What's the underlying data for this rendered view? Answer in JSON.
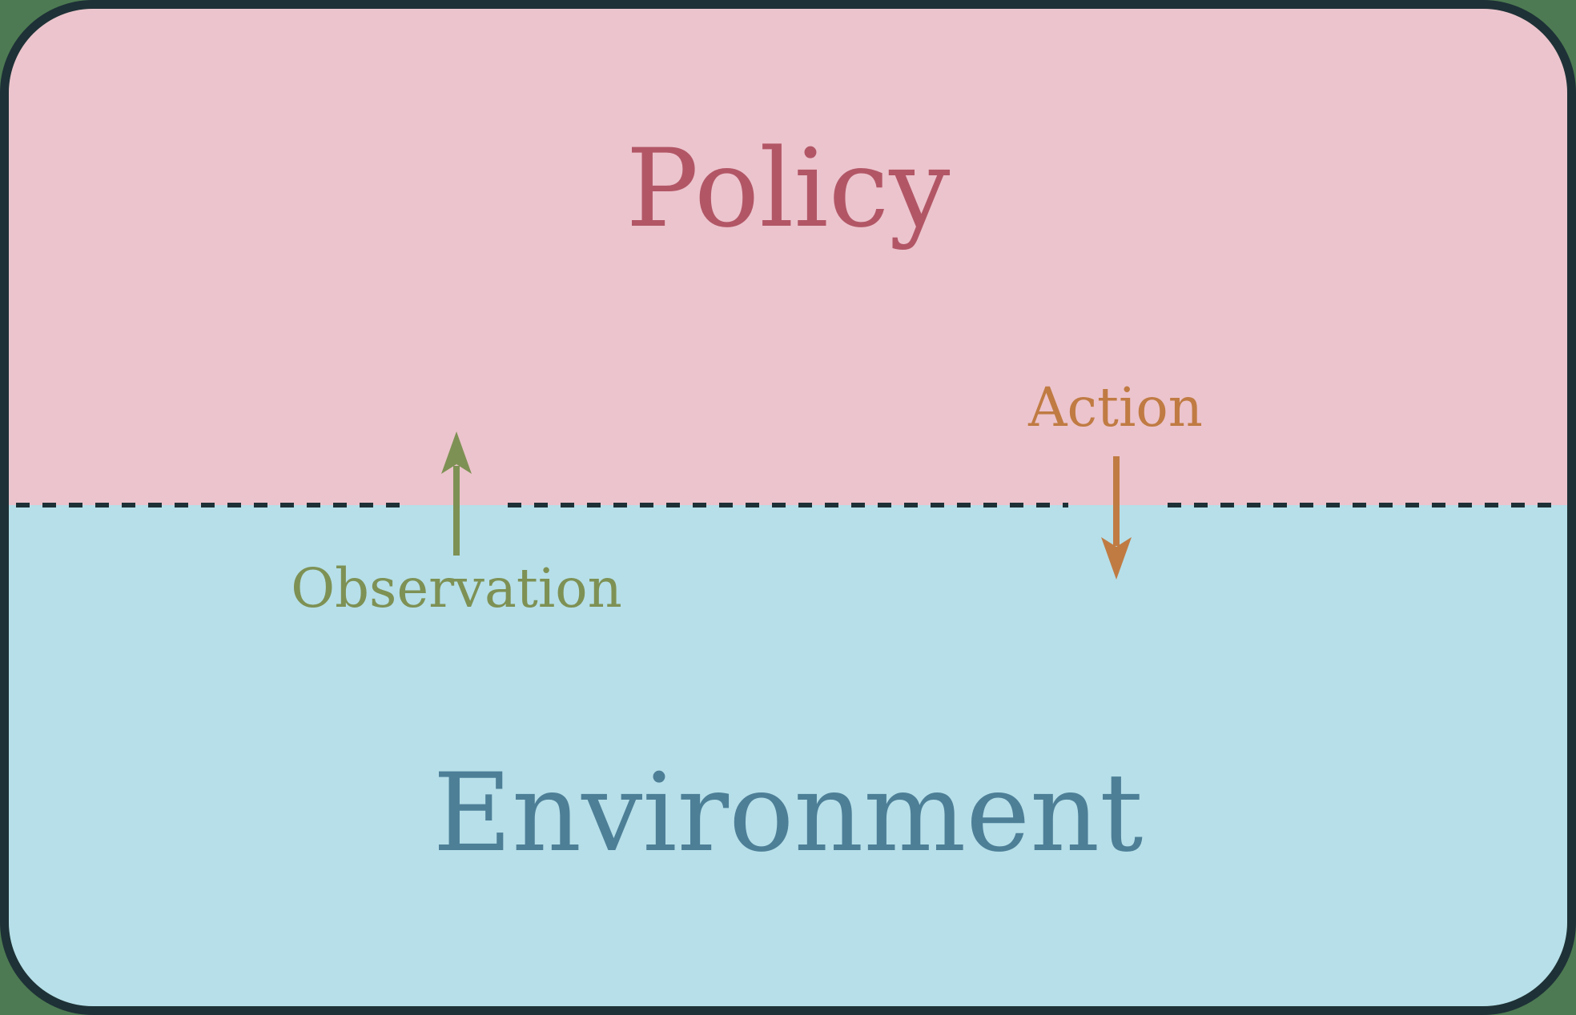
{
  "diagram": {
    "policy": {
      "label": "Policy"
    },
    "environment": {
      "label": "Environment"
    },
    "observation": {
      "label": "Observation"
    },
    "action": {
      "label": "Action"
    }
  },
  "colors": {
    "backdrop": "#4d7a52",
    "border": "#1e3137",
    "policy-bg": "#ecc4cd",
    "environment-bg": "#b6dfe9",
    "policy-text": "#b25666",
    "environment-text": "#4d7f97",
    "observation": "#7e9154",
    "action": "#c07b43"
  }
}
